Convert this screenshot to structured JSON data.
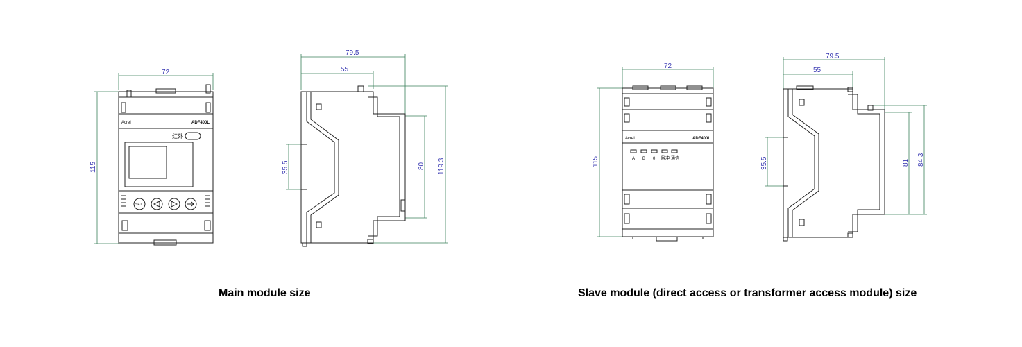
{
  "captions": {
    "main": "Main module size",
    "slave": "Slave module (direct access or transformer access module) size"
  },
  "main_front": {
    "brand": "Acrel",
    "model": "ADF400L",
    "infrared": "红外",
    "set_key": "SET",
    "dim_width": "72",
    "dim_height": "115"
  },
  "main_side": {
    "dim_total_width": "79.5",
    "dim_top_width": "55",
    "dim_rail": "35.5",
    "dim_mid_height": "80",
    "dim_total_height": "119.3"
  },
  "slave_front": {
    "brand": "Acrel",
    "model": "ADF400L",
    "indicators": [
      "A",
      "B",
      "0",
      "脉冲",
      "通信"
    ],
    "dim_width": "72",
    "dim_height": "115"
  },
  "slave_side": {
    "dim_total_width": "79.5",
    "dim_top_width": "55",
    "dim_rail": "35.5",
    "dim_mid_height": "81",
    "dim_total_height": "84.3"
  },
  "colors": {
    "dimension_text": "#3b3bb3",
    "dimension_line": "#3a7f5a",
    "outline": "#222222"
  }
}
